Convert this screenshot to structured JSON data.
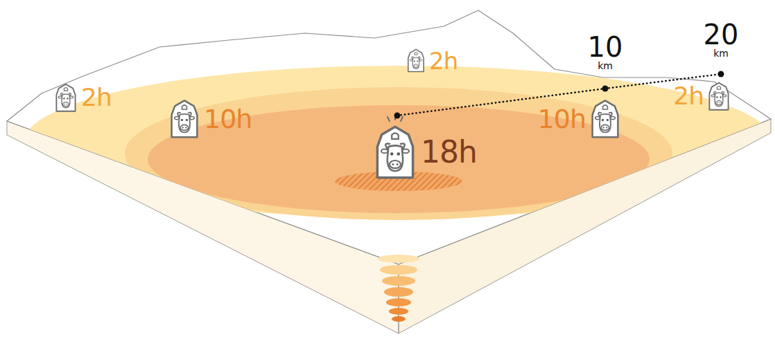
{
  "diagram": {
    "nodes": [
      {
        "text": [
          "2h"
        ]
      },
      {
        "text": [
          "2h"
        ]
      },
      {
        "text": [
          "2h"
        ]
      },
      {
        "text": [
          "10h"
        ]
      },
      {
        "text": [
          "10h"
        ]
      },
      {
        "text": [
          "18h"
        ]
      }
    ],
    "labels": [
      "10 km",
      "20 km"
    ]
  }
}
